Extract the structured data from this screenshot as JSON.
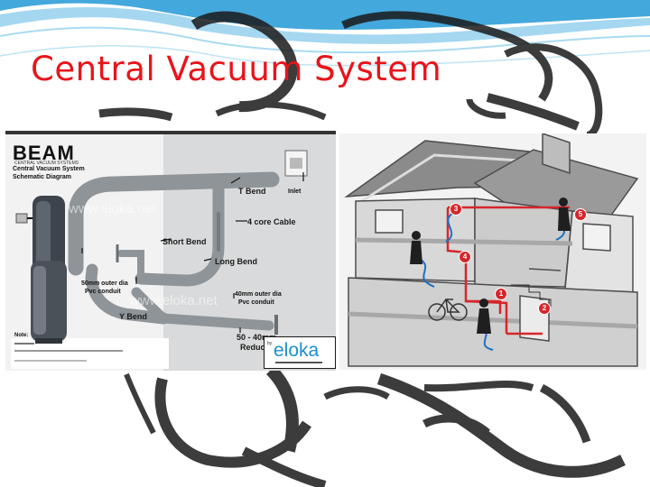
{
  "slide": {
    "title": "Central Vacuum System",
    "colors": {
      "title": "#e8141b",
      "pipe": "#8f9498",
      "panel": "#d9dadb",
      "callout": "#d6262b"
    }
  },
  "schematic": {
    "brand": "BEAM",
    "brand_tagline": "CENTRAL VACUUM SYSTEMS",
    "heading_line1": "Central Vacuum System",
    "heading_line2": "Schematic Diagram",
    "watermark_1": "www.eloka.net",
    "watermark_2": "www.eloka.net",
    "labels": {
      "t_bend": "T Bend",
      "inlet": "Inlet",
      "four_core_cable": "4 core Cable",
      "short_bend": "Short Bend",
      "long_bend": "Long Bend",
      "outer_dia_line1": "50mm outer dia",
      "outer_dia_line2": "Pvc conduit",
      "conduit_line1": "40mm outer dia",
      "conduit_line2": "Pvc conduit",
      "y_bend": "Y Bend",
      "reducer_line1": "50 - 40mm",
      "reducer_line2": "Reducer"
    },
    "note_label": "Note:",
    "logo_prefix": "by",
    "logo_text": "eloka",
    "icons": [
      "power-plug-icon",
      "vacuum-unit-icon",
      "wall-inlet-icon",
      "arrow-icon"
    ]
  },
  "house": {
    "callouts": [
      "1",
      "2",
      "3",
      "4",
      "5"
    ],
    "icons": [
      "house-cutaway-icon",
      "person-vacuuming-icon",
      "bicycle-icon"
    ]
  }
}
